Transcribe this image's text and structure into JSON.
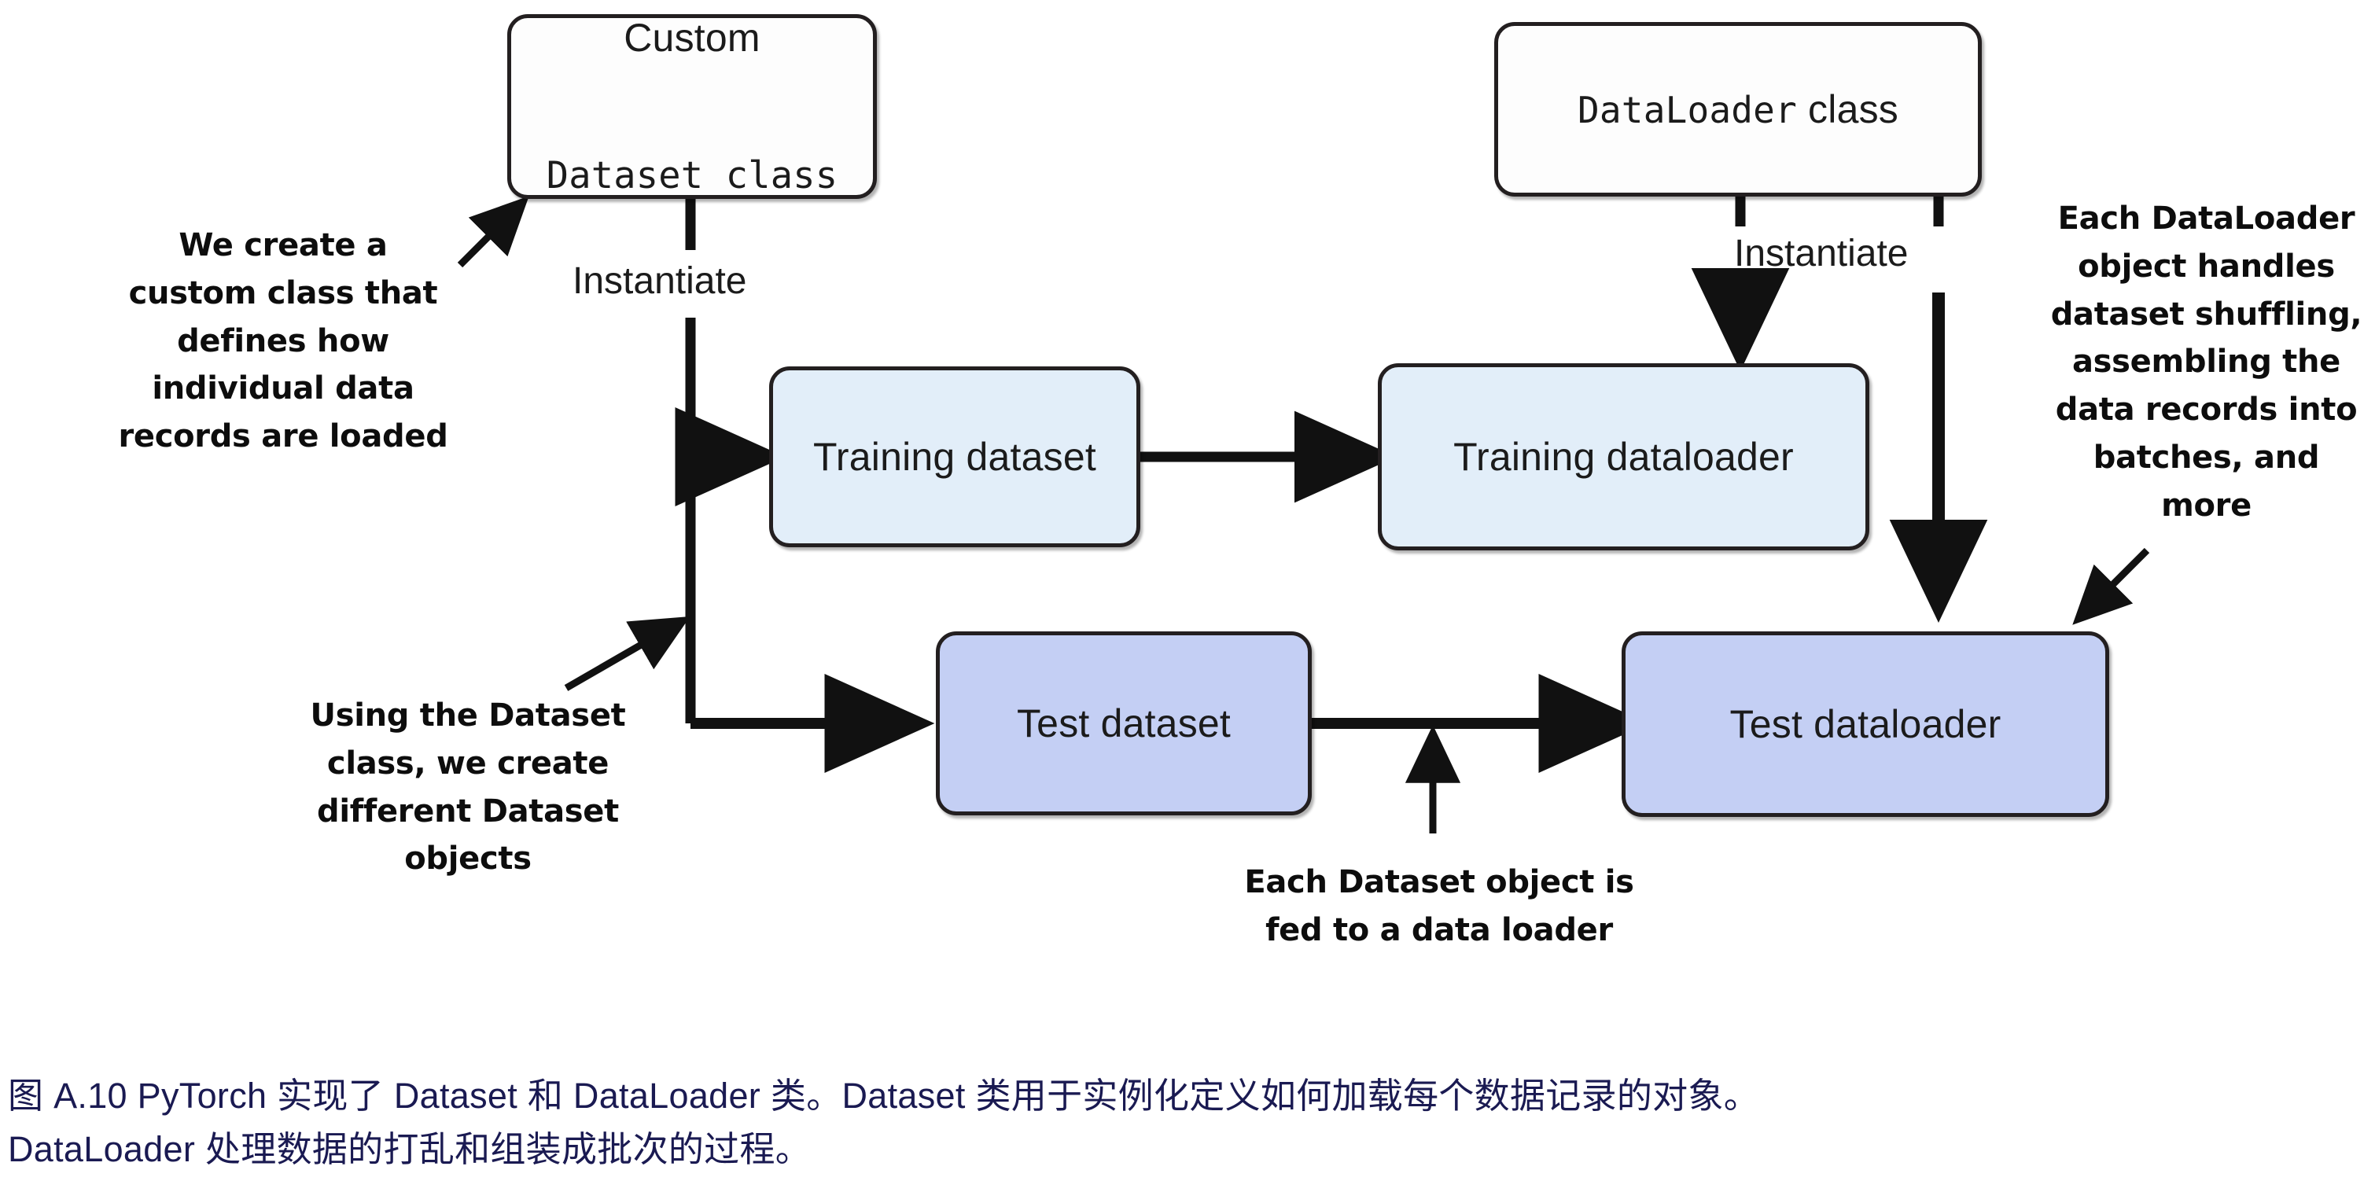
{
  "figure": {
    "nodes": [
      {
        "id": "custom-dataset-class",
        "line1": "Custom",
        "line2": "Dataset class",
        "fill": "#fdfdfd",
        "style": "white"
      },
      {
        "id": "dataloader-class",
        "label": "DataLoader",
        "label_tail": " class",
        "fill": "#fdfdfd",
        "style": "white"
      },
      {
        "id": "training-dataset",
        "label": "Training dataset",
        "fill": "#e2eef9",
        "style": "lightblue"
      },
      {
        "id": "training-dataloader",
        "label": "Training dataloader",
        "fill": "#e2eef9",
        "style": "lightblue"
      },
      {
        "id": "test-dataset",
        "label": "Test dataset",
        "fill": "#c4cff4",
        "style": "periwinkle"
      },
      {
        "id": "test-dataloader",
        "label": "Test dataloader",
        "fill": "#c4cff4",
        "style": "periwinkle"
      }
    ],
    "edge_labels": [
      {
        "id": "instantiate-left",
        "text": "Instantiate"
      },
      {
        "id": "instantiate-right",
        "text": "Instantiate"
      }
    ],
    "annotations": [
      {
        "id": "annot-top-left",
        "text": "We create a\ncustom class that\ndefines how\nindividual data\nrecords are loaded"
      },
      {
        "id": "annot-bottom-left",
        "text": "Using the Dataset\nclass, we create\ndifferent Dataset\nobjects"
      },
      {
        "id": "annot-bottom-center",
        "text": "Each Dataset object is\nfed to a data loader"
      },
      {
        "id": "annot-right",
        "text": "Each DataLoader\nobject handles\ndataset shuffling,\nassembling the\ndata records into\nbatches, and more"
      }
    ],
    "colors": {
      "stroke": "#231f20",
      "light_blue_fill": "#e2eef9",
      "periwinkle_fill": "#c4cff4",
      "white_fill": "#fdfdfd",
      "caption_text": "#1a1a52",
      "annotation_text": "#0d0d0d"
    }
  },
  "caption": {
    "text": "图 A.10 PyTorch 实现了 Dataset 和 DataLoader 类。Dataset 类用于实例化定义如何加载每个数据记录的对象。\nDataLoader 处理数据的打乱和组装成批次的过程。"
  }
}
